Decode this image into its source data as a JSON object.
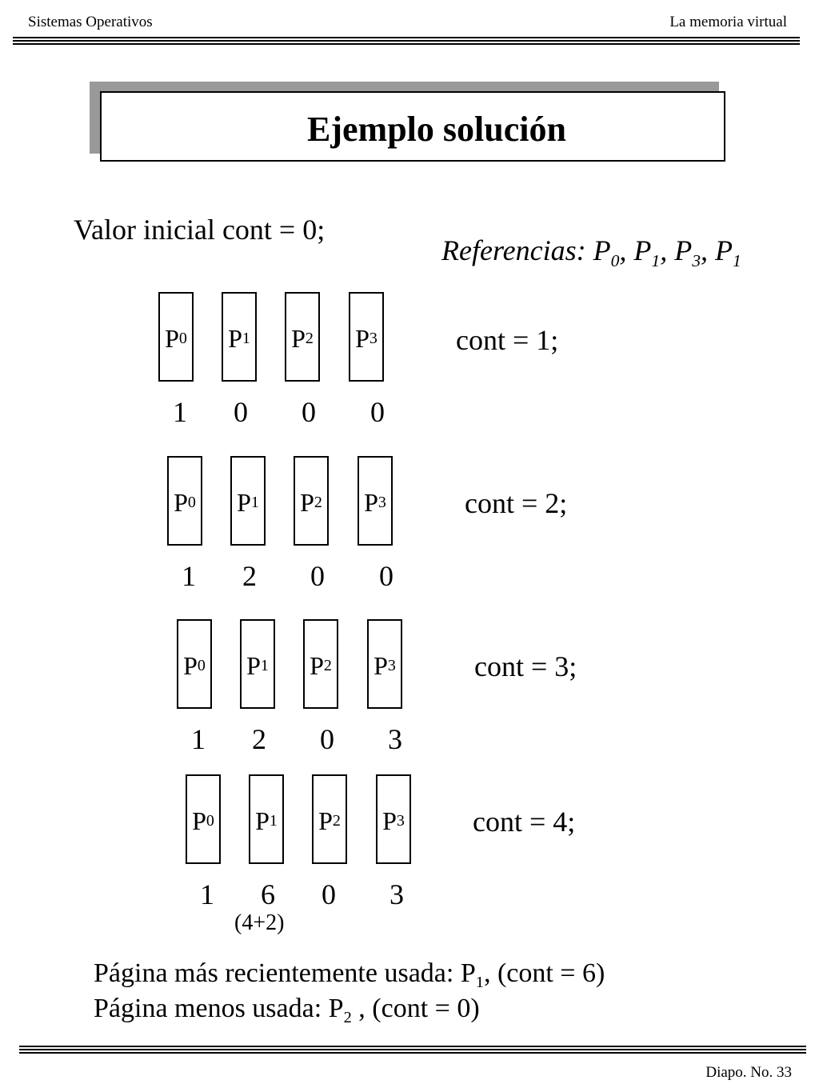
{
  "header": {
    "left": "Sistemas Operativos",
    "right": "La memoria virtual"
  },
  "title": "Ejemplo solución",
  "initial_value": "Valor inicial cont = 0;",
  "references": {
    "label": "Referencias:",
    "pages": [
      {
        "letter": "P",
        "sub": "0",
        "sep": ","
      },
      {
        "letter": "P",
        "sub": "1",
        "sep": ","
      },
      {
        "letter": "P",
        "sub": "3",
        "sep": ","
      },
      {
        "letter": "P",
        "sub": "1",
        "sep": ""
      }
    ]
  },
  "pages": [
    {
      "letter": "P",
      "sub": "0"
    },
    {
      "letter": "P",
      "sub": "1"
    },
    {
      "letter": "P",
      "sub": "2"
    },
    {
      "letter": "P",
      "sub": "3"
    }
  ],
  "steps": [
    {
      "cont": "cont = 1;",
      "counts": [
        "1",
        "0",
        "0",
        "0"
      ]
    },
    {
      "cont": "cont = 2;",
      "counts": [
        "1",
        "2",
        "0",
        "0"
      ]
    },
    {
      "cont": "cont = 3;",
      "counts": [
        "1",
        "2",
        "0",
        "3"
      ]
    },
    {
      "cont": "cont = 4;",
      "counts": [
        "1",
        "6",
        "0",
        "3"
      ],
      "note": "(4+2)"
    }
  ],
  "summary": {
    "most_recent": {
      "prefix": "Página más recientemente usada: P",
      "sub": "1",
      "suffix": ", (cont = 6)"
    },
    "least_used": {
      "prefix": "Página menos usada: P",
      "sub": "2",
      "suffix": " , (cont = 0)"
    }
  },
  "footer": {
    "slide_number": "Diapo. No. 33"
  }
}
